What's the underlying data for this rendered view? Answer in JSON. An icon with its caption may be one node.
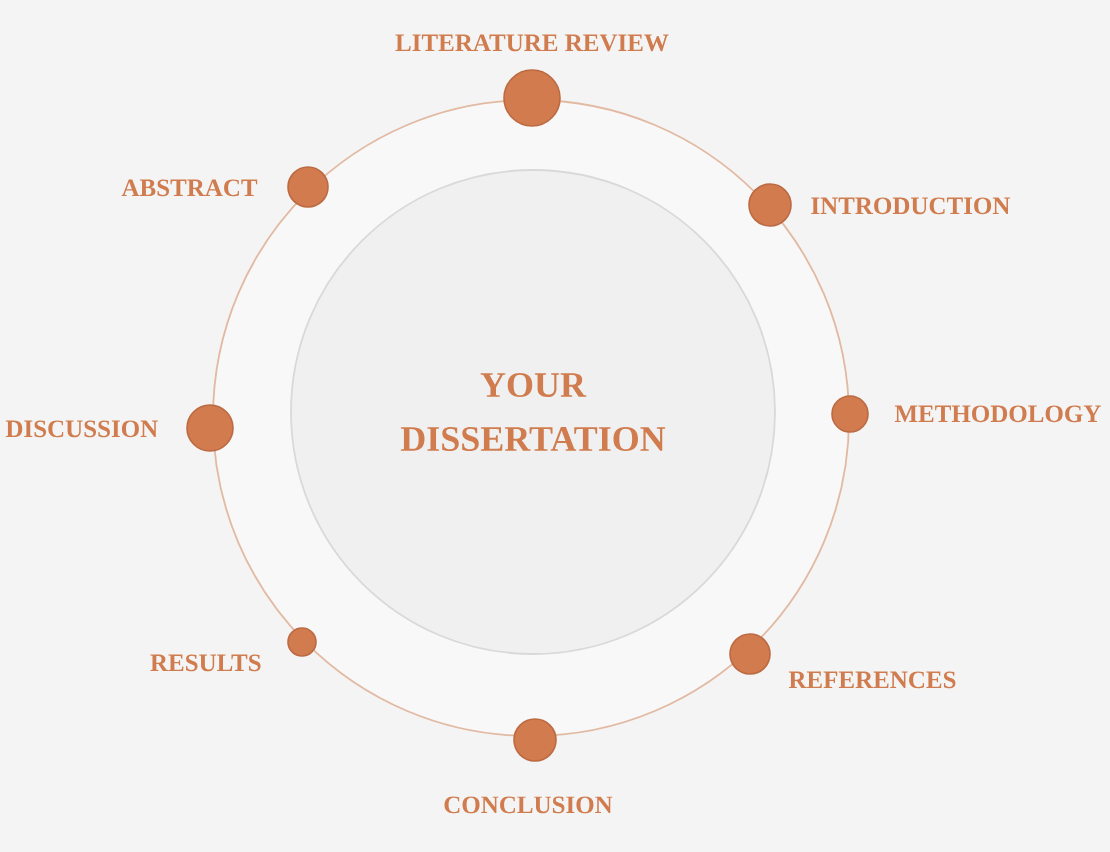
{
  "diagram": {
    "nodes": [
      {
        "text": [],
        "shape": "circle"
      },
      {
        "text": [
          "YOUR DISSERTATION"
        ],
        "in": 0
      },
      {
        "text": [
          "LITERATURE REVIEW"
        ]
      },
      {
        "text": [
          "ABSTRACT"
        ]
      },
      {
        "text": [
          "INTRODUCTION"
        ]
      },
      {
        "text": [
          "METHODOLOGY"
        ]
      },
      {
        "text": [
          "DISCUSSION"
        ]
      },
      {
        "text": [
          "RESULTS"
        ]
      },
      {
        "text": [
          "REFERENCES"
        ]
      },
      {
        "text": [
          "CONCLUSION"
        ]
      }
    ]
  }
}
